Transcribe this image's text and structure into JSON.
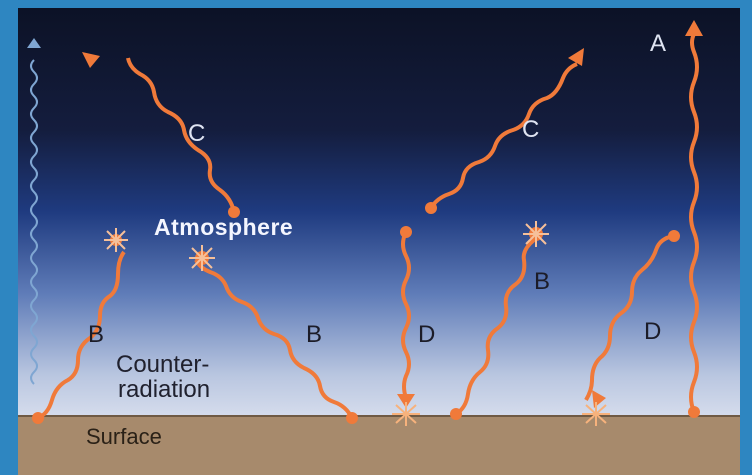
{
  "labels": {
    "atmosphere": "Atmosphere",
    "counter_radiation_line1": "Counter-",
    "counter_radiation_line2": "radiation",
    "surface": "Surface"
  },
  "arrows": {
    "a": "A",
    "b_left": "B",
    "b_mid": "B",
    "b_right": "B",
    "c_left": "C",
    "c_right": "C",
    "d_mid": "D",
    "d_right": "D"
  },
  "colors": {
    "sky_top": "#0d1328",
    "sky_mid": "#1f3f86",
    "sky_bottom": "#cfd8ea",
    "surface": "#a78a6c",
    "ray": "#f07a3a",
    "frame": "#2e86c1"
  }
}
